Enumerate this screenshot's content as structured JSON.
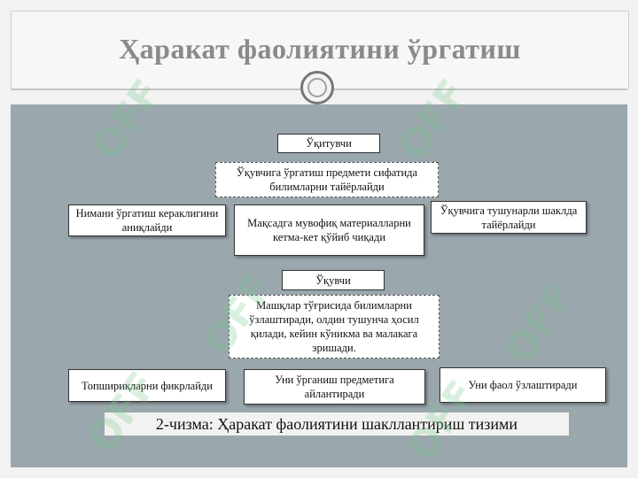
{
  "title": "Ҳаракат фаолиятини ўргатиш",
  "teacher_label": "Ўқитувчи",
  "teacher_task": "Ўқувчига ўргатиш предмети сифатида билимларни тайёрлайди",
  "teacher_left": "Нимани ўргатиш кераклигини аниқлайди",
  "teacher_center": "Мақсадга мувофиқ материалларни кетма-кет қўйиб чиқади",
  "teacher_right": "Ўқувчига тушунарли шаклда тайёрлайди",
  "student_label": "Ўқувчи",
  "student_task": "Машқлар тўғрисида билимларни ўзлаштиради, олдин тушунча ҳосил қилади, кейин кўникма ва малакага эришади.",
  "student_left": "Топшириқларни фикрлайди",
  "student_center": "Уни ўрганиш предметига айлантиради",
  "student_right": "Уни фаол ўзлаштиради",
  "caption": "2-чизма: Ҳаракат фаолиятини шакллантириш тизими",
  "watermark": "OFF"
}
